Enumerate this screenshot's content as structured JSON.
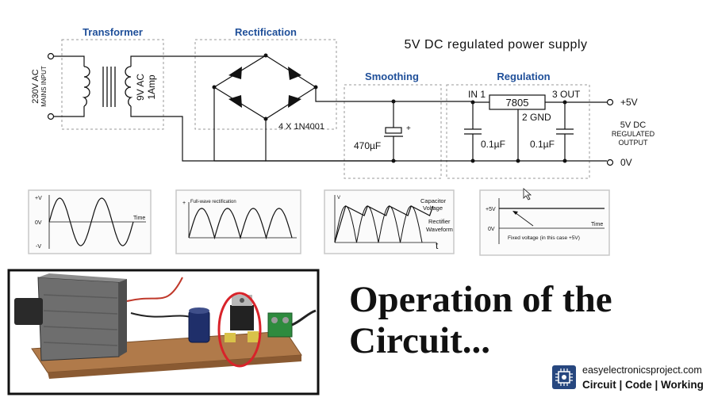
{
  "title": "5V DC regulated power supply",
  "sections": {
    "transformer": "Transformer",
    "rectification": "Rectification",
    "smoothing": "Smoothing",
    "regulation": "Regulation"
  },
  "labels": {
    "mains_line1": "230V AC",
    "mains_line2": "MAINS INPUT",
    "secondary_line1": "9V AC",
    "secondary_line2": "1Amp",
    "diodes": "4 X 1N4001",
    "smoothing_cap": "470µF",
    "cap_polarity": "+",
    "reg_in": "IN 1",
    "reg_part": "7805",
    "reg_out": "3 OUT",
    "reg_gnd": "2 GND",
    "cap_in": "0.1µF",
    "cap_out": "0.1µF",
    "out_plus": "+5V",
    "out_zero": "0V",
    "output_line1": "5V DC",
    "output_line2": "REGULATED",
    "output_line3": "OUTPUT"
  },
  "waveforms": {
    "ac": {
      "plus": "+V",
      "zero": "0V",
      "minus": "-V",
      "time": "Time"
    },
    "rectified": {
      "title": "Full-wave rectification",
      "mark": "+"
    },
    "smoothed": {
      "yaxis": "V",
      "capacitor_line1": "Capacitor",
      "capacitor_line2": "Voltage",
      "rectifier_line1": "Rectifier",
      "rectifier_line2": "Waveform",
      "t": "t"
    },
    "regulated": {
      "plus5": "+5V",
      "zero": "0V",
      "time": "Time",
      "note": "Fixed voltage (in this case +5V)"
    }
  },
  "heading": {
    "line1": "Operation of the",
    "line2": "Circuit..."
  },
  "brand": {
    "site": "easyelectronicsproject.com",
    "tagline": "Circuit | Code | Working"
  },
  "colors": {
    "section_title": "#1f4f99",
    "highlight_ring": "#d8232a",
    "brand_logo": "#27477f"
  }
}
